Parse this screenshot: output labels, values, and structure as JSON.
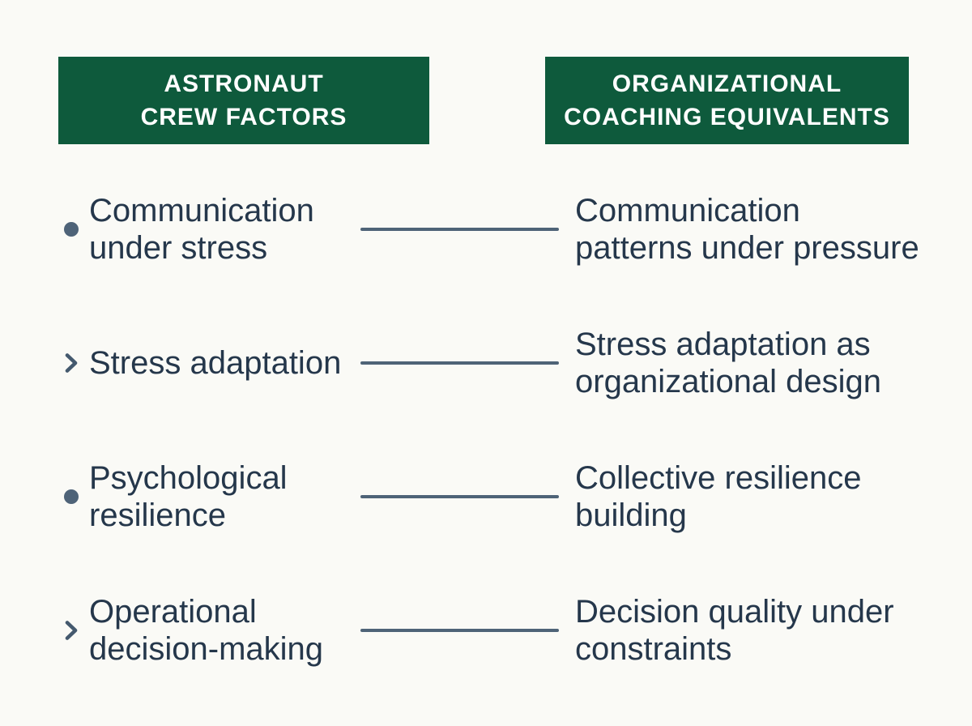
{
  "page": {
    "background": "#fafaf6"
  },
  "colors": {
    "header_bg": "#0e5a3c",
    "header_text": "#ffffff",
    "body_text": "#25374b",
    "accent_slate": "#4e6377"
  },
  "headers": {
    "left": "ASTRONAUT\nCREW FACTORS",
    "right": "ORGANIZATIONAL\nCOACHING EQUIVALENTS"
  },
  "rows": [
    {
      "marker": "bullet-icon",
      "left": "Communication\nunder stress",
      "right": "Communication\npatterns under pressure"
    },
    {
      "marker": "chevron-right-icon",
      "left": "Stress adaptation",
      "right": "Stress adaptation as\norganizational design"
    },
    {
      "marker": "bullet-icon",
      "left": "Psychological\nresilience",
      "right": "Collective resilience\nbuilding"
    },
    {
      "marker": "chevron-right-icon",
      "left": "Operational\ndecision-making",
      "right": "Decision quality under\nconstraints"
    }
  ]
}
